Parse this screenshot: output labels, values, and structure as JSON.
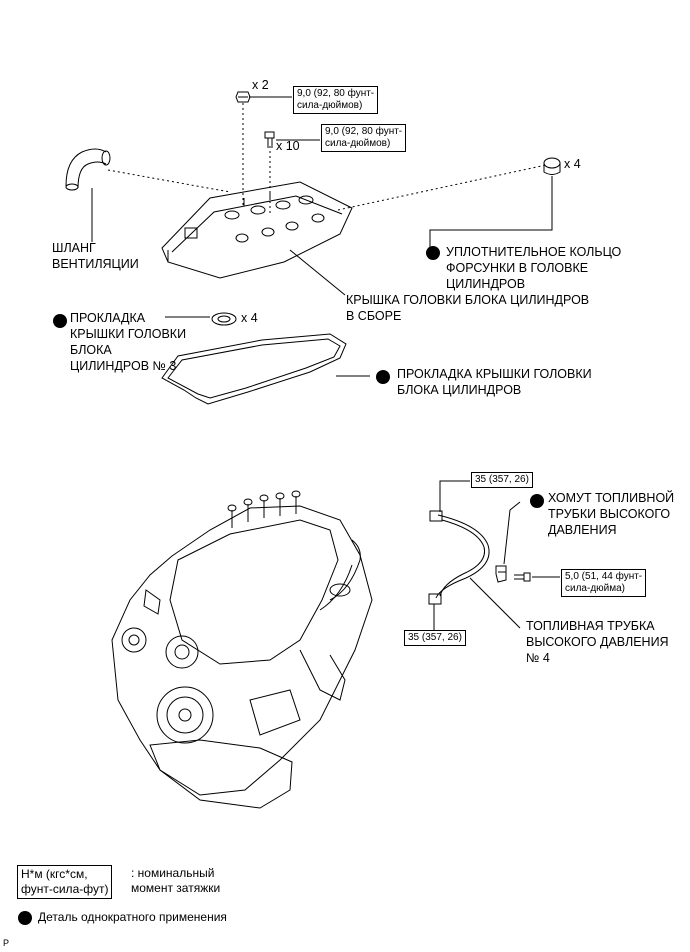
{
  "parts": {
    "ventilation_hose": "ШЛАНГ\nВЕНТИЛЯЦИИ",
    "injector_seal": "УПЛОТНИТЕЛЬНОЕ КОЛЬЦО\nФОРСУНКИ В ГОЛОВКЕ\nЦИЛИНДРОВ",
    "head_cover_assy": "КРЫШКА ГОЛОВКИ БЛОКА ЦИЛИНДРОВ\nВ СБОРЕ",
    "gasket_no3": "ПРОКЛАДКА\nКРЫШКИ ГОЛОВКИ\nБЛОКА\nЦИЛИНДРОВ № 3",
    "head_cover_gasket": "ПРОКЛАДКА КРЫШКИ ГОЛОВКИ\nБЛОКА ЦИЛИНДРОВ",
    "fuel_clamp": "ХОМУТ ТОПЛИВНОЙ\nТРУБКИ ВЫСОКОГО\nДАВЛЕНИЯ",
    "fuel_pipe_no4": "ТОПЛИВНАЯ ТРУБКА\nВЫСОКОГО ДАВЛЕНИЯ\n№ 4"
  },
  "quantities": {
    "nut": "x 2",
    "bolt": "x 10",
    "injector_seal": "x 4",
    "gasket_no3": "x 4"
  },
  "torques": {
    "nut": "9,0 (92, 80 фунт-\nсила-дюймов)",
    "bolt": "9,0 (92, 80 фунт-\nсила-дюймов)",
    "pipe_top": "35 (357, 26)",
    "pipe_bottom": "35 (357, 26)",
    "clamp_bolt": "5,0 (51, 44 фунт-\nсила-дюйма)"
  },
  "legend": {
    "torque_unit": "Н*м (кгс*см,\nфунт-сила-фут)",
    "torque_desc": ": номинальный\nмомент затяжки",
    "non_reusable": "Деталь однократного применения"
  },
  "page_ref": "P",
  "colors": {
    "ink": "#000000",
    "background": "#ffffff"
  }
}
